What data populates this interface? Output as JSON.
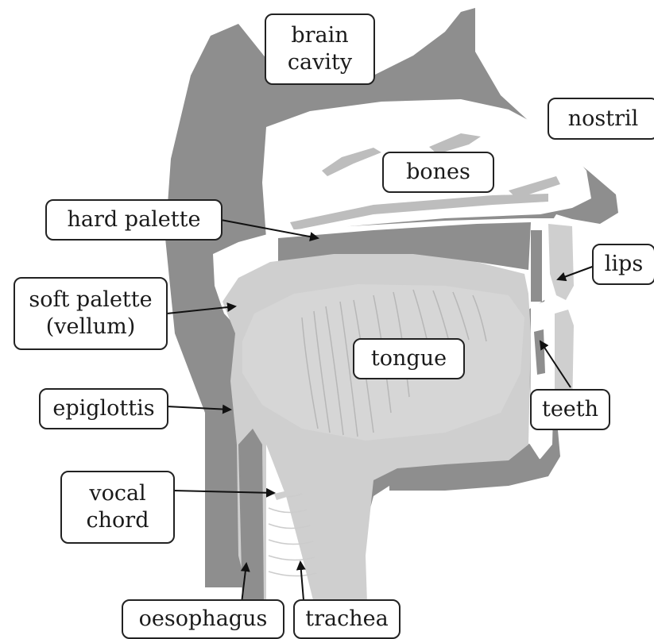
{
  "diagram": {
    "colors": {
      "dark_tissue": "#8e8e8e",
      "light_tissue": "#cfcfcf",
      "background": "#ffffff",
      "outline": "#222222"
    },
    "labels": {
      "brain_cavity": "brain\ncavity",
      "nostril": "nostril",
      "bones": "bones",
      "hard_palette": "hard palette",
      "lips": "lips",
      "soft_palette": "soft palette\n(vellum)",
      "tongue": "tongue",
      "epiglottis": "epiglottis",
      "teeth": "teeth",
      "vocal_chord": "vocal\nchord",
      "oesophagus": "oesophagus",
      "trachea": "trachea"
    }
  }
}
